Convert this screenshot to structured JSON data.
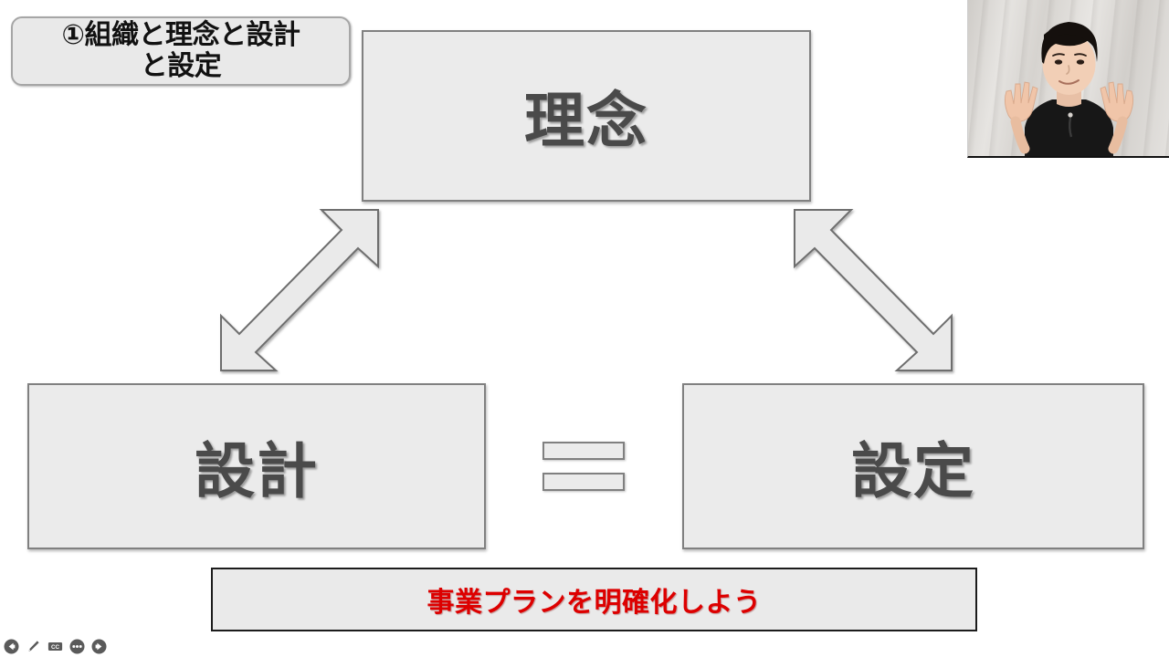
{
  "slide": {
    "title": {
      "label": "①組織と理念と設計\nと設定",
      "number_glyph": "①"
    },
    "boxes": [
      {
        "id": "rinen",
        "label": "理念"
      },
      {
        "id": "sekkei",
        "label": "設計"
      },
      {
        "id": "settei",
        "label": "設定"
      }
    ],
    "equals": {
      "symbol": "="
    },
    "banner": {
      "label": "事業プランを明確化しよう"
    },
    "arrows": [
      {
        "id": "left",
        "name": "double-headed-arrow-up-right-down-left"
      },
      {
        "id": "right",
        "name": "double-headed-arrow-up-left-down-right"
      }
    ],
    "colors": {
      "box_fill": "#ebebeb",
      "box_border": "#808080",
      "box_text": "#4a4a4a",
      "banner_text": "#dd0000",
      "banner_border": "#1c1c1c",
      "title_fill": "#e9e9e9",
      "title_border": "#a6a6a6",
      "background": "#ffffff"
    }
  },
  "webcam": {
    "label": "presenter-video"
  },
  "controls": [
    {
      "name": "back-icon",
      "label": "◀"
    },
    {
      "name": "pen-icon",
      "label": "✎"
    },
    {
      "name": "captions-icon",
      "label": "CC"
    },
    {
      "name": "more-icon",
      "label": "•••"
    },
    {
      "name": "forward-icon",
      "label": "▶"
    }
  ]
}
